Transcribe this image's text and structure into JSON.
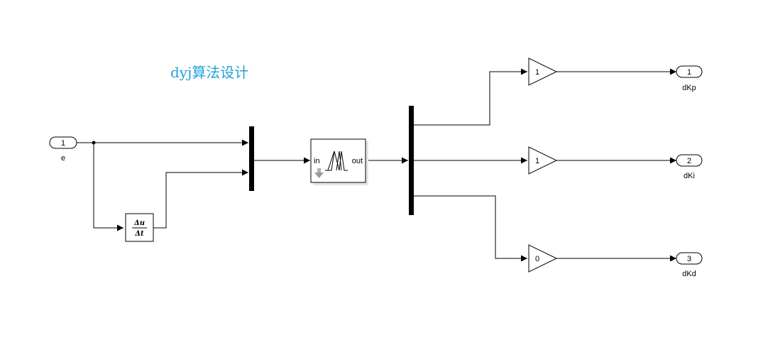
{
  "annotation": {
    "text": "dyj算法设计"
  },
  "colors": {
    "annotation": "#1fa2d6",
    "line": "#000000",
    "block_border": "#000000",
    "block_fill": "#ffffff",
    "mux_fill": "#000000",
    "fuzzy_icon": "#000000",
    "fuzzy_arrow": "#9a9a9a"
  },
  "inport": {
    "number": "1",
    "name": "e"
  },
  "derivative": {
    "numerator": "Δu",
    "denominator": "Δt"
  },
  "fuzzy_controller": {
    "in_label": "in",
    "out_label": "out",
    "icon": "membership-functions-icon"
  },
  "gains": [
    {
      "value": "1"
    },
    {
      "value": "1"
    },
    {
      "value": "0"
    }
  ],
  "outports": [
    {
      "number": "1",
      "name": "dKp"
    },
    {
      "number": "2",
      "name": "dKi"
    },
    {
      "number": "3",
      "name": "dKd"
    }
  ]
}
